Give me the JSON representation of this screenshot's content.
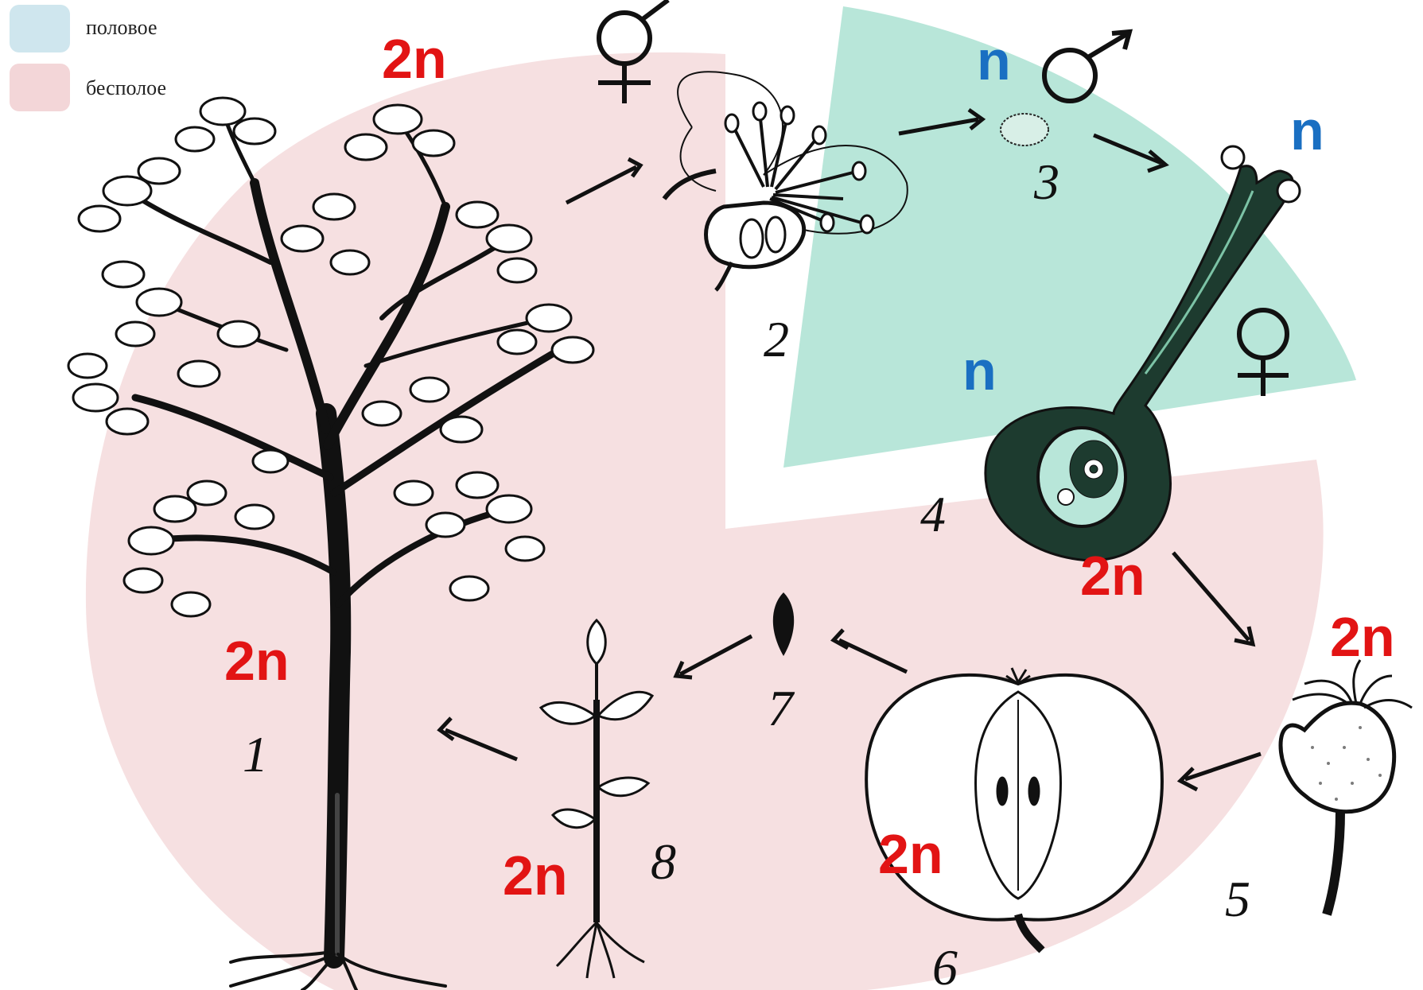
{
  "legend": {
    "sexual": {
      "label": "половое",
      "color": "#cfe6ee"
    },
    "asexual": {
      "label": "бесполое",
      "color": "#f3d6d8"
    }
  },
  "regions": {
    "haploid_color": "#b8e6d9",
    "diploid_color": "#f6e0e1"
  },
  "ploidy_labels": {
    "tree_top": "2n",
    "tree": "2n",
    "pollen": "n",
    "pistil_top": "n",
    "ovule": "n",
    "fertilized": "2n",
    "hip": "2n",
    "fruit": "2n",
    "seedling": "2n",
    "haploid_color": "#1a6fc2",
    "diploid_color": "#e21414"
  },
  "stage_numbers": [
    "1",
    "2",
    "3",
    "4",
    "5",
    "6",
    "7",
    "8"
  ],
  "symbols": {
    "female": "♀",
    "male": "♂"
  },
  "icons": [
    "tree-icon",
    "flower-icon",
    "pollen-icon",
    "pistil-icon",
    "hip-icon",
    "fruit-icon",
    "seed-icon",
    "seedling-icon"
  ]
}
